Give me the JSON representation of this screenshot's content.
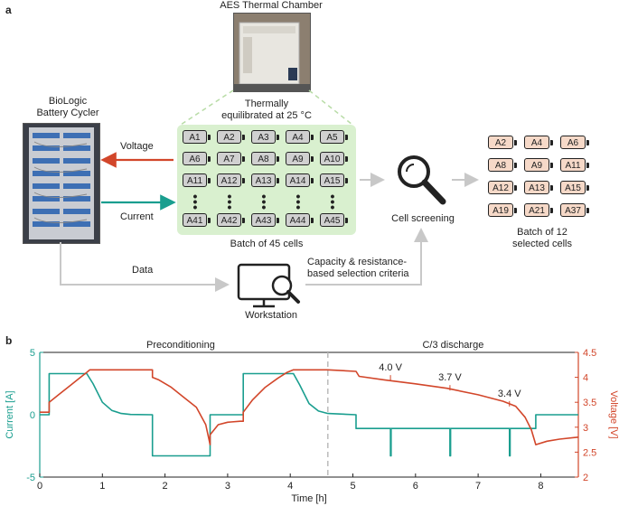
{
  "panel_a": {
    "label": "a",
    "chamber_title": "AES Thermal Chamber",
    "cycler_title_line1": "BioLogic",
    "cycler_title_line2": "Battery Cycler",
    "thermal_line1": "Thermally",
    "thermal_line2": "equilibrated at 25 °C",
    "voltage_label": "Voltage",
    "current_label": "Current",
    "batch45_label": "Batch of 45 cells",
    "batch45_rows": [
      [
        "A1",
        "A2",
        "A3",
        "A4",
        "A5"
      ],
      [
        "A6",
        "A7",
        "A8",
        "A9",
        "A10"
      ],
      [
        "A11",
        "A12",
        "A13",
        "A14",
        "A15"
      ],
      [
        "A41",
        "A42",
        "A43",
        "A44",
        "A45"
      ]
    ],
    "cell_screening_label": "Cell screening",
    "selected_rows": [
      [
        "A2",
        "A4",
        "A6"
      ],
      [
        "A8",
        "A9",
        "A11"
      ],
      [
        "A12",
        "A13",
        "A15"
      ],
      [
        "A19",
        "A21",
        "A37"
      ]
    ],
    "batch12_line1": "Batch of 12",
    "batch12_line2": "selected cells",
    "data_label": "Data",
    "criteria_line1": "Capacity & resistance-",
    "criteria_line2": "based selection criteria",
    "workstation_label": "Workstation",
    "colors": {
      "voltage_arrow": "#d2462a",
      "current_arrow": "#1a9e8f",
      "gray_arrow": "#c8c8c8",
      "green_box": "#d9f0cf"
    }
  },
  "panel_b": {
    "label": "b",
    "section_left": "Preconditioning",
    "section_right": "C/3 discharge",
    "annotations": [
      "4.0 V",
      "3.7 V",
      "3.4 V"
    ]
  },
  "chart_data": {
    "type": "line",
    "xlabel": "Time [h]",
    "ylabel_left": "Current [A]",
    "ylabel_right": "Voltage [V]",
    "xlim": [
      0,
      8.6
    ],
    "ylim_left": [
      -5,
      5
    ],
    "ylim_right": [
      2,
      4.5
    ],
    "xticks": [
      "0",
      "1",
      "2",
      "3",
      "4",
      "5",
      "6",
      "7",
      "8"
    ],
    "yticks_left": [
      "-5",
      "0",
      "5"
    ],
    "yticks_right": [
      "2",
      "2.5",
      "3",
      "3.5",
      "4",
      "4.5"
    ],
    "divider_x": 4.6,
    "series": [
      {
        "name": "Current",
        "axis": "left",
        "color": "#1a9e8f",
        "x": [
          0,
          0.15,
          0.15,
          0.75,
          0.85,
          1.0,
          1.15,
          1.3,
          1.45,
          1.8,
          1.8,
          2.72,
          2.72,
          3.25,
          3.25,
          4.05,
          4.15,
          4.3,
          4.45,
          4.6,
          5.05,
          5.05,
          5.6,
          5.6,
          5.61,
          5.61,
          6.55,
          6.55,
          6.56,
          6.56,
          7.5,
          7.5,
          7.51,
          7.51,
          7.92,
          7.92,
          8.6
        ],
        "y": [
          0,
          0,
          3.3,
          3.3,
          2.5,
          1.0,
          0.35,
          0.1,
          0.02,
          0,
          -3.3,
          -3.3,
          0,
          0,
          3.3,
          3.3,
          2.4,
          0.9,
          0.3,
          0.1,
          0,
          -1.1,
          -1.1,
          -3.3,
          -3.3,
          -1.1,
          -1.1,
          -3.3,
          -3.3,
          -1.1,
          -1.1,
          -3.3,
          -3.3,
          -1.1,
          -1.1,
          0,
          0
        ]
      },
      {
        "name": "Voltage",
        "axis": "right",
        "color": "#d2462a",
        "x": [
          0,
          0.15,
          0.15,
          0.3,
          0.5,
          0.65,
          0.75,
          0.8,
          1.0,
          1.4,
          1.8,
          1.8,
          1.9,
          2.1,
          2.3,
          2.5,
          2.65,
          2.72,
          2.72,
          2.85,
          3.0,
          3.2,
          3.25,
          3.25,
          3.4,
          3.6,
          3.8,
          3.95,
          4.05,
          4.1,
          4.3,
          4.6,
          5.05,
          5.1,
          5.5,
          6.0,
          6.5,
          7.0,
          7.4,
          7.6,
          7.75,
          7.85,
          7.92,
          7.92,
          8.1,
          8.3,
          8.6
        ],
        "y": [
          3.3,
          3.3,
          3.5,
          3.65,
          3.85,
          4.0,
          4.1,
          4.15,
          4.15,
          4.15,
          4.15,
          4.0,
          3.95,
          3.8,
          3.6,
          3.4,
          3.05,
          2.65,
          2.85,
          3.05,
          3.1,
          3.12,
          3.12,
          3.3,
          3.55,
          3.8,
          3.98,
          4.1,
          4.15,
          4.15,
          4.15,
          4.15,
          4.12,
          4.02,
          3.95,
          3.87,
          3.78,
          3.65,
          3.52,
          3.42,
          3.2,
          2.95,
          2.65,
          2.65,
          2.72,
          2.76,
          2.8
        ]
      }
    ]
  }
}
